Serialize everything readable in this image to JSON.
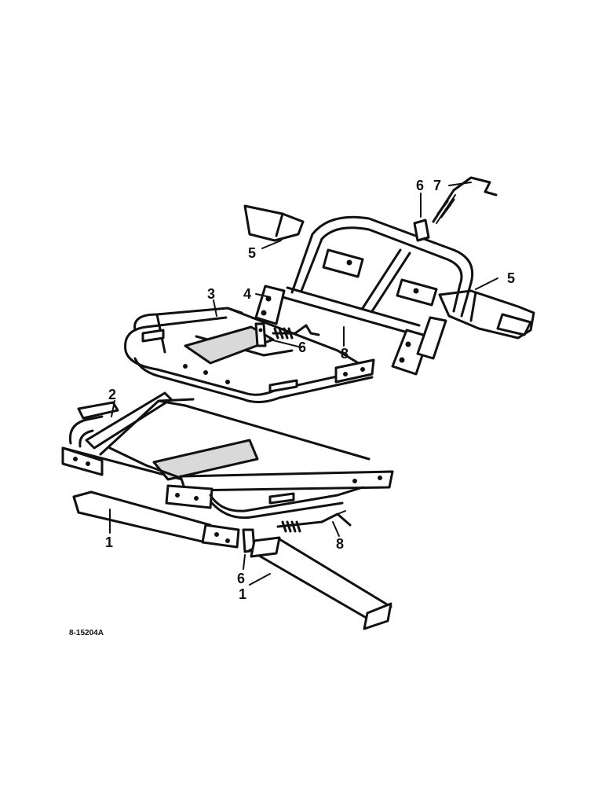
{
  "diagram": {
    "reference_code": "8-15204A",
    "callouts": [
      {
        "id": "c7",
        "text": "7"
      },
      {
        "id": "c6a",
        "text": "6"
      },
      {
        "id": "c5a",
        "text": "5"
      },
      {
        "id": "c5b",
        "text": "5"
      },
      {
        "id": "c4",
        "text": "4"
      },
      {
        "id": "c3",
        "text": "3"
      },
      {
        "id": "c6b",
        "text": "6"
      },
      {
        "id": "c8a",
        "text": "8"
      },
      {
        "id": "c2",
        "text": "2"
      },
      {
        "id": "c1a",
        "text": "1"
      },
      {
        "id": "c8b",
        "text": "8"
      },
      {
        "id": "c6c",
        "text": "6"
      },
      {
        "id": "c1b",
        "text": "1"
      }
    ]
  }
}
